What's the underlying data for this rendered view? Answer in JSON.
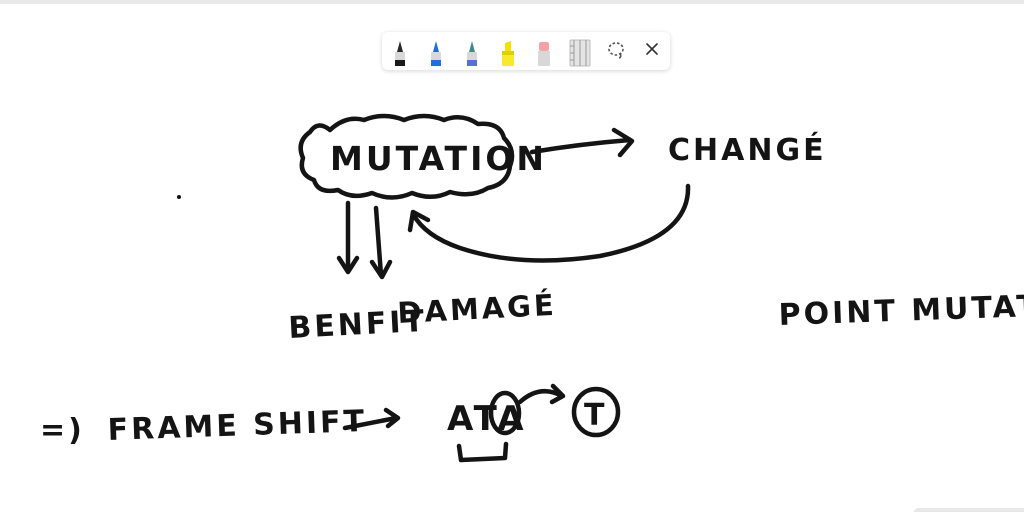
{
  "toolbar": {
    "tools": [
      {
        "name": "black-pen",
        "color": "#1a1a1a"
      },
      {
        "name": "blue-pen",
        "color": "#1e6fd9"
      },
      {
        "name": "purple-pen",
        "color": "#5a6fd0"
      },
      {
        "name": "yellow-highlighter",
        "color": "#f2e200"
      },
      {
        "name": "eraser",
        "color": "#f1a3a9"
      },
      {
        "name": "ruler",
        "color": "#c9c9c9"
      },
      {
        "name": "lasso-select",
        "color": "#555555"
      },
      {
        "name": "close",
        "color": "#333333"
      }
    ]
  },
  "canvas": {
    "ink_color": "#141414",
    "labels": {
      "mutation": "MUTATION",
      "change": "CHANGÉ",
      "benefit": "BENFIT",
      "damage": "DAMAGÉ",
      "point_mutation": "POINT MUTATION",
      "implies": "=)",
      "frame_shift": "FRAME SHIFT",
      "sequence": "ATA",
      "circled_t": "T"
    }
  }
}
